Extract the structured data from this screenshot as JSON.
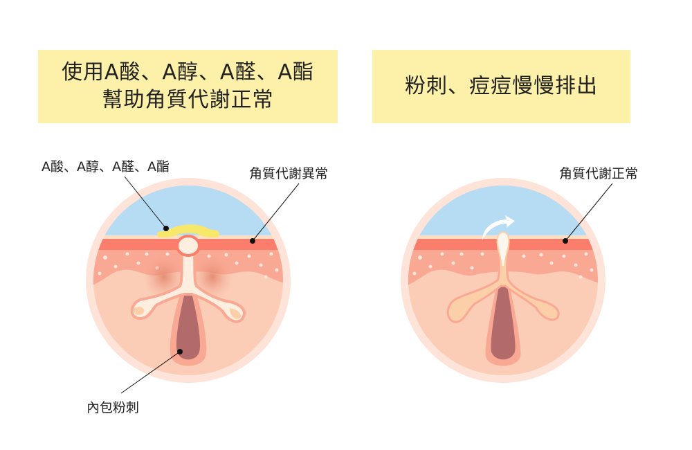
{
  "left_panel": {
    "title_line1": "使用A酸、A醇、A醛、A酯",
    "title_line2": "幫助角質代謝正常",
    "label_acid": "A酸、A醇、A醛、A酯",
    "label_abnormal": "角質代謝異常",
    "label_comedone": "內包粉刺"
  },
  "right_panel": {
    "title": "粉刺、痘痘慢慢排出",
    "label_normal": "角質代謝正常"
  },
  "colors": {
    "title_bg": "#fdf0a8",
    "sky": "#b5dcf3",
    "rim": "#fde3d8",
    "skin": "#fbcdb6",
    "epidermis": "#f9a893",
    "stratum": "#fb7d6c",
    "follicle": "#b36a6a",
    "acid": "#f7e86a"
  }
}
